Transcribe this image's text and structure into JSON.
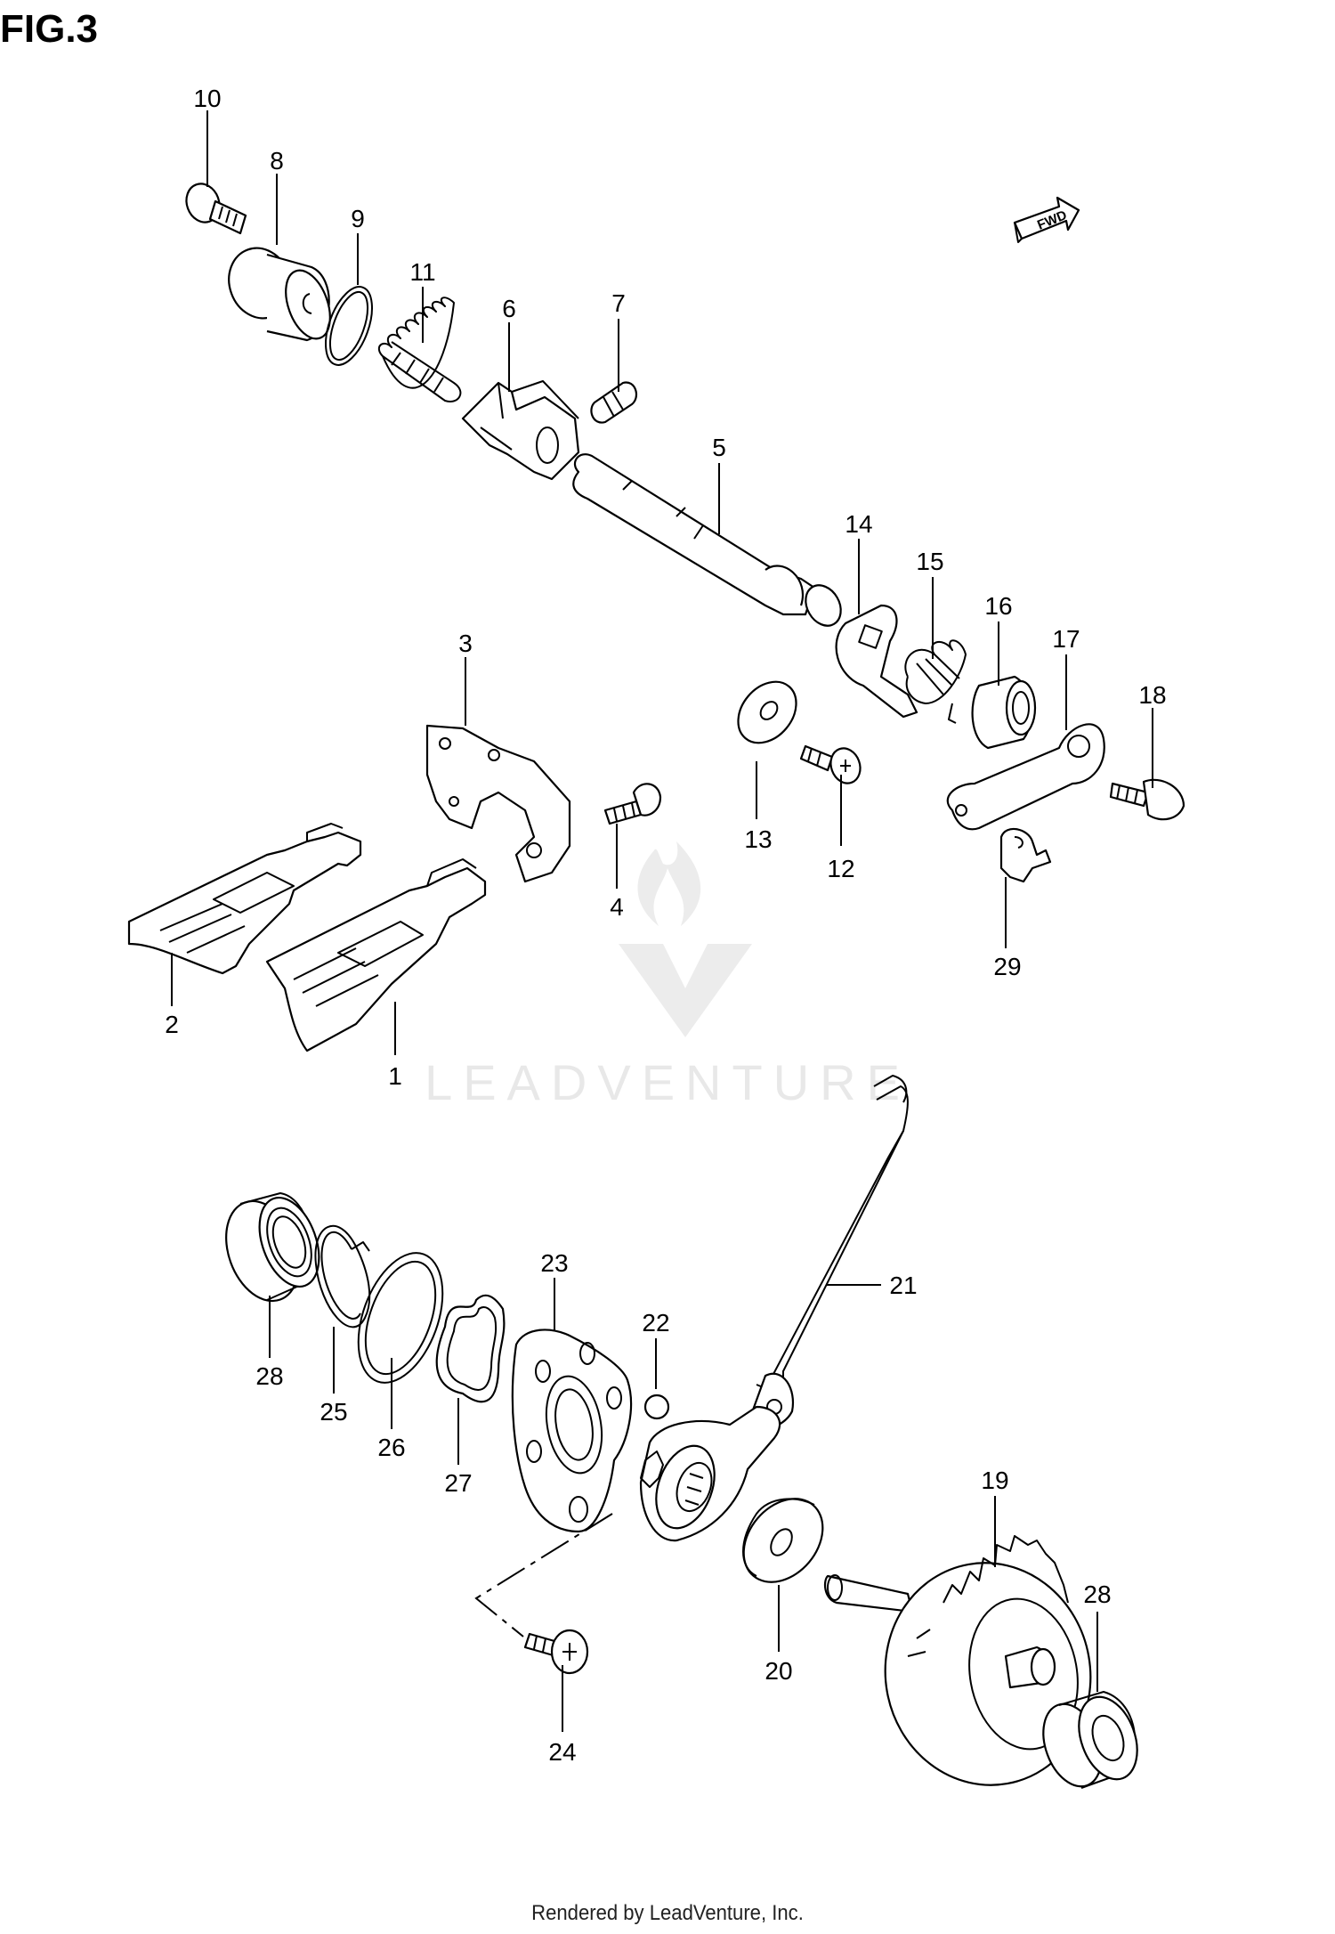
{
  "figure_title": "FIG.3",
  "footer": "Rendered by LeadVenture, Inc.",
  "watermark": "LEADVENTURE",
  "fwd_label": "FWD",
  "callouts": {
    "p1": "1",
    "p2": "2",
    "p3": "3",
    "p4": "4",
    "p5": "5",
    "p6": "6",
    "p7": "7",
    "p8": "8",
    "p9": "9",
    "p10": "10",
    "p11": "11",
    "p12": "12",
    "p13": "13",
    "p14": "14",
    "p15": "15",
    "p16": "16",
    "p17": "17",
    "p18": "18",
    "p19": "19",
    "p20": "20",
    "p21": "21",
    "p22": "22",
    "p23": "23",
    "p24": "24",
    "p25": "25",
    "p26": "26",
    "p27": "27",
    "p28a": "28",
    "p28b": "28",
    "p29": "29"
  }
}
